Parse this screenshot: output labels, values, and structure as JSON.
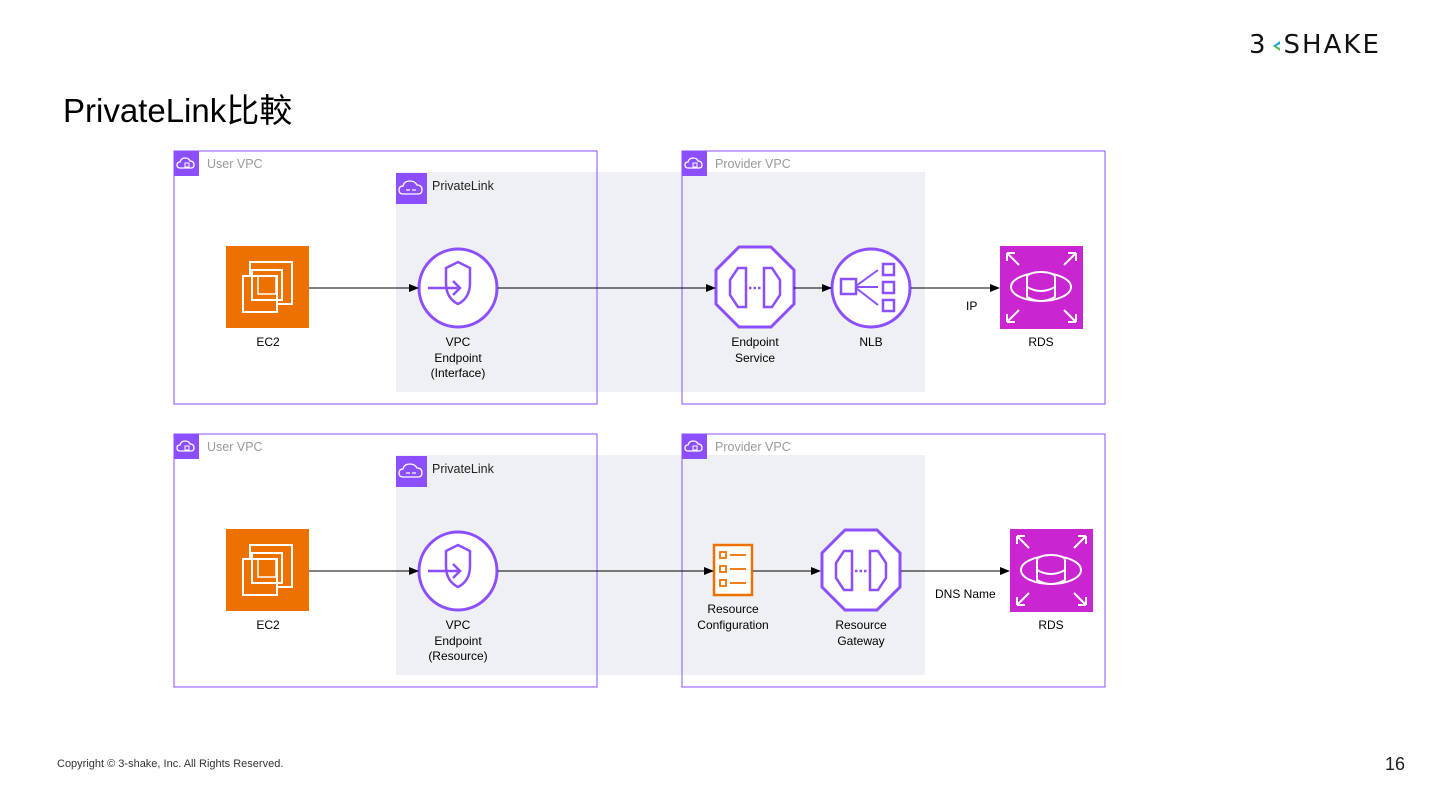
{
  "title": "PrivateLink比較",
  "logo": {
    "digit": "3",
    "word": "SHAKE"
  },
  "footer": {
    "copyright": "Copyright © 3-shake, Inc. All Rights Reserved.",
    "page_number": "16"
  },
  "colors": {
    "vpc_border": "#8c4fff",
    "privatelink_fill": "#eef0f3",
    "compute_orange": "#ed7100",
    "rds_magenta": "#c925d1",
    "network_purple": "#8c4fff",
    "resource_orange": "#ed7100"
  },
  "diagrams": [
    {
      "user_vpc_label": "User VPC",
      "provider_vpc_label": "Provider VPC",
      "privatelink_label": "PrivateLink",
      "ec2_label": "EC2",
      "endpoint_label": [
        "VPC",
        "Endpoint",
        "(Interface)"
      ],
      "mid1_label": [
        "Endpoint",
        "Service"
      ],
      "mid2_label": [
        "NLB"
      ],
      "edge_label": "IP",
      "rds_label": "RDS"
    },
    {
      "user_vpc_label": "User VPC",
      "provider_vpc_label": "Provider VPC",
      "privatelink_label": "PrivateLink",
      "ec2_label": "EC2",
      "endpoint_label": [
        "VPC",
        "Endpoint",
        "(Resource)"
      ],
      "mid1_label": [
        "Resource",
        "Configuration"
      ],
      "mid2_label": [
        "Resource",
        "Gateway"
      ],
      "edge_label": "DNS Name",
      "rds_label": "RDS"
    }
  ]
}
